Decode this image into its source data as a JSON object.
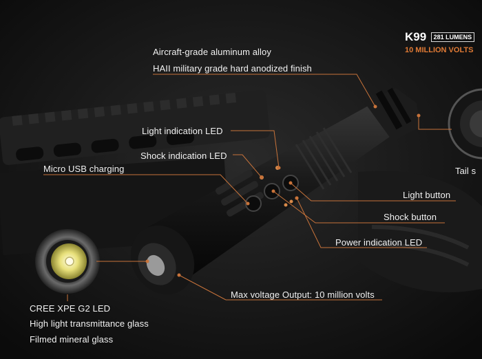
{
  "brand": {
    "model": "K99",
    "lumens": "281 LUMENS",
    "volts": "10 MILLION VOLTS",
    "accent_color": "#e07a35"
  },
  "features": {
    "body_material": "Aircraft-grade aluminum alloy",
    "finish": "HAII military grade hard anodized finish",
    "light_led": "Light indication LED",
    "shock_led": "Shock indication LED",
    "usb": "Micro USB charging",
    "light_button": "Light button",
    "shock_button": "Shock button",
    "power_led": "Power indication LED",
    "max_voltage": "Max voltage Output: 10 million volts",
    "tail": "Tail s"
  },
  "lens": {
    "led": "CREE XPE G2 LED",
    "glass": "High light transmittance glass",
    "mineral": "Filmed mineral glass"
  },
  "leader_color": "#c8733a"
}
